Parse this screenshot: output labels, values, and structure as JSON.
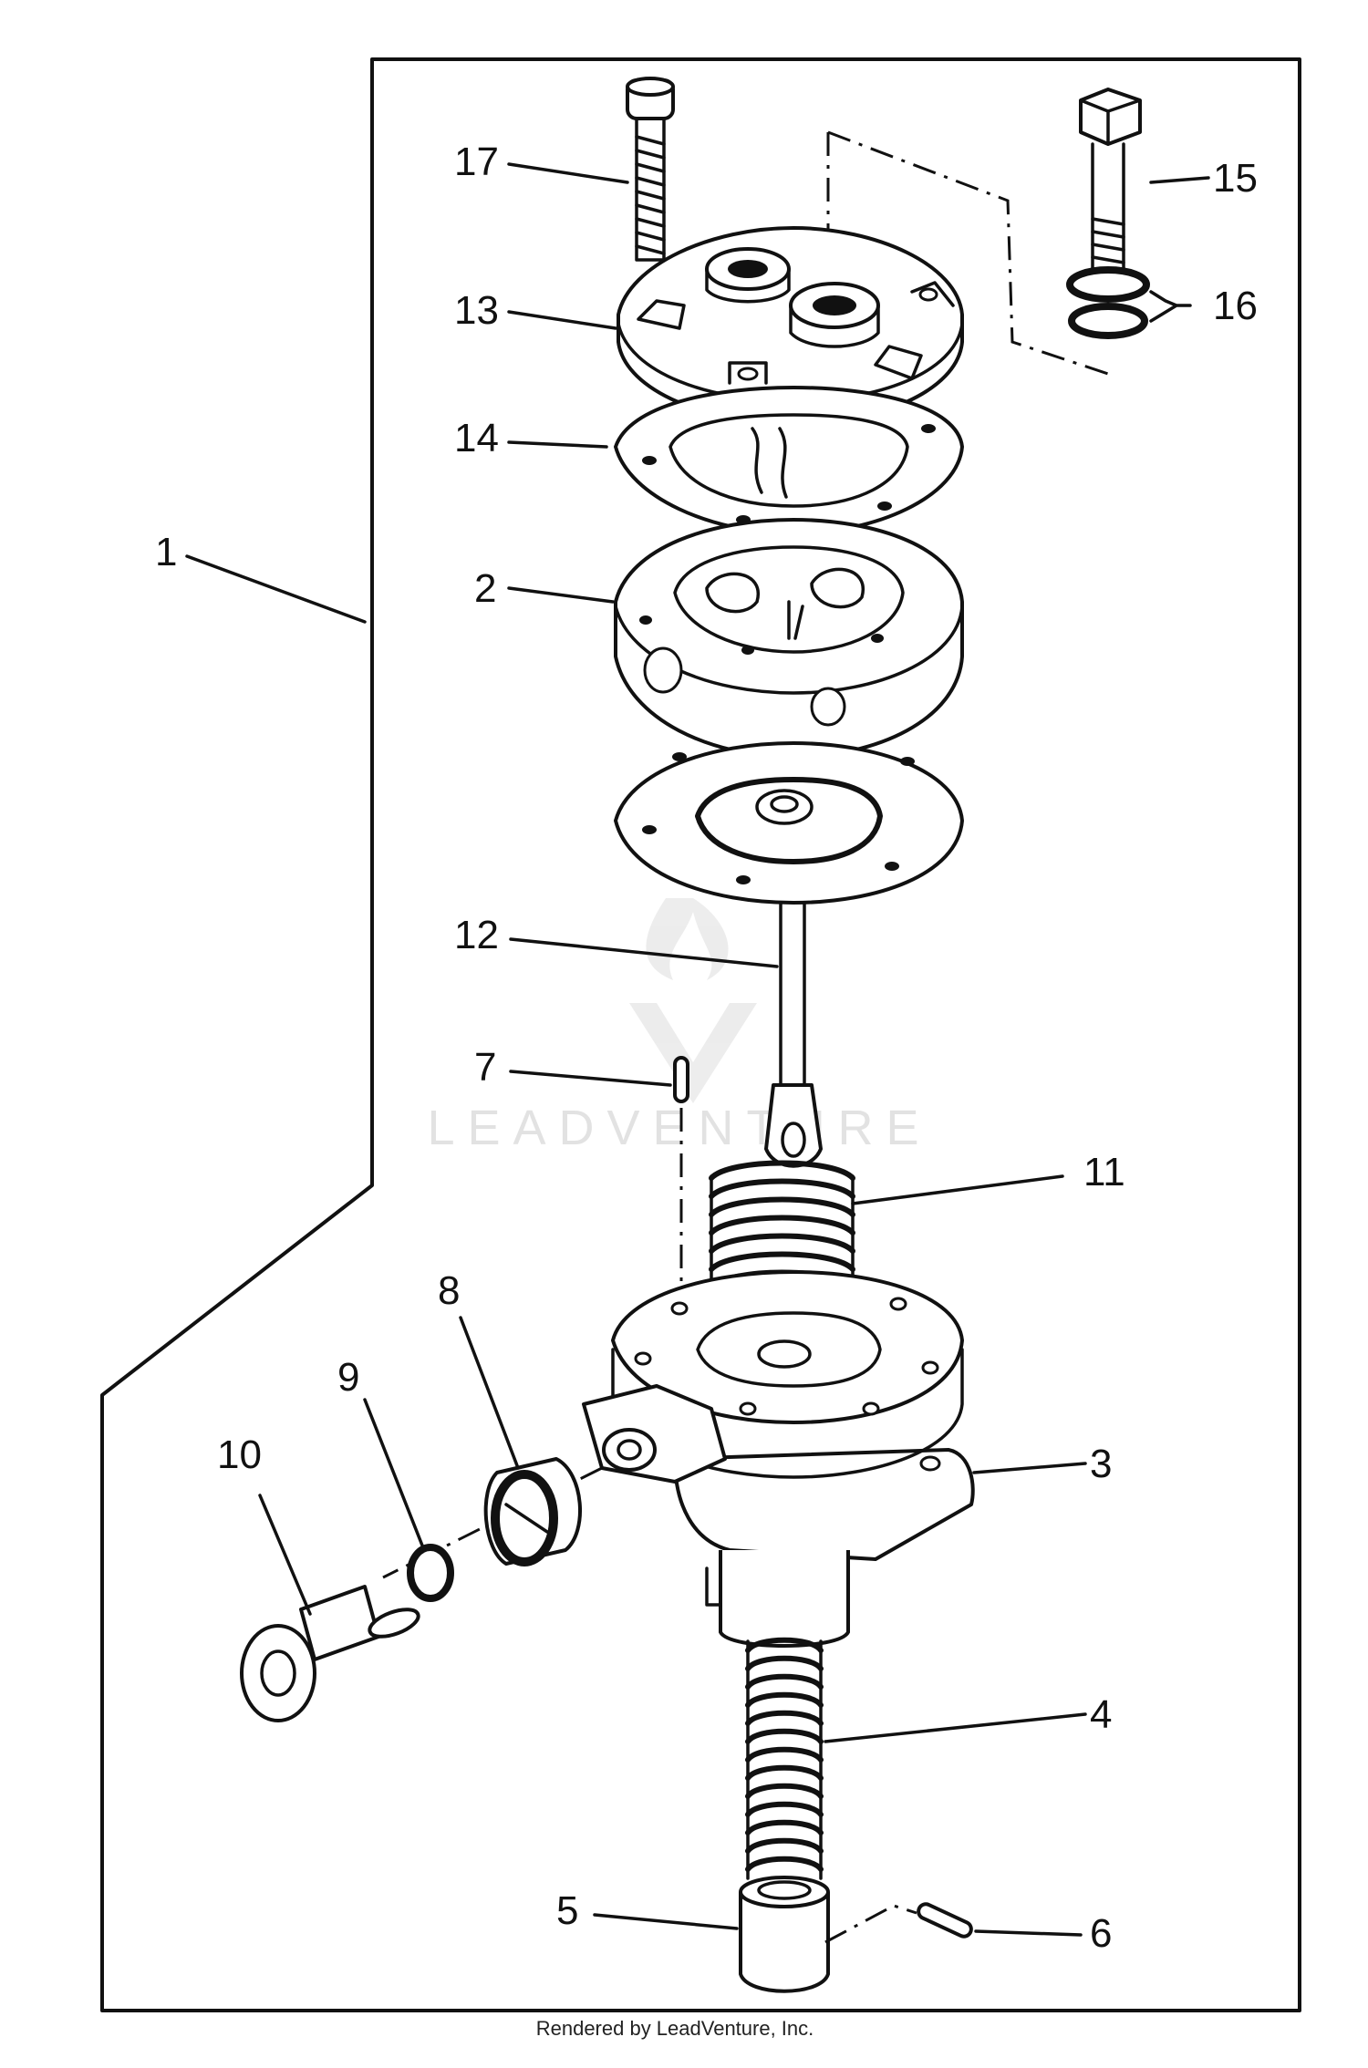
{
  "callouts": [
    {
      "id": "1",
      "label": "1"
    },
    {
      "id": "2",
      "label": "2"
    },
    {
      "id": "3",
      "label": "3"
    },
    {
      "id": "4",
      "label": "4"
    },
    {
      "id": "5",
      "label": "5"
    },
    {
      "id": "6",
      "label": "6"
    },
    {
      "id": "7",
      "label": "7"
    },
    {
      "id": "8",
      "label": "8"
    },
    {
      "id": "9",
      "label": "9"
    },
    {
      "id": "10",
      "label": "10"
    },
    {
      "id": "11",
      "label": "11"
    },
    {
      "id": "12",
      "label": "12"
    },
    {
      "id": "13",
      "label": "13"
    },
    {
      "id": "14",
      "label": "14"
    },
    {
      "id": "15",
      "label": "15"
    },
    {
      "id": "16",
      "label": "16"
    },
    {
      "id": "17",
      "label": "17"
    }
  ],
  "watermark": "LEADVENTURE",
  "credit": "Rendered by LeadVenture, Inc."
}
